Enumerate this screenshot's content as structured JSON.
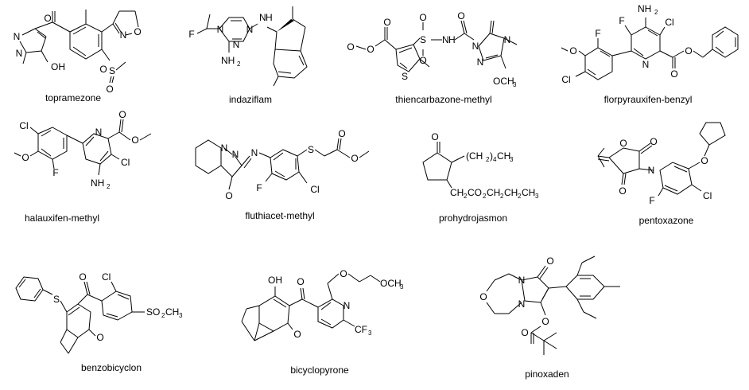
{
  "compounds": [
    {
      "name": "topramezone"
    },
    {
      "name": "indaziflam"
    },
    {
      "name": "thiencarbazone-methyl"
    },
    {
      "name": "florpyrauxifen-benzyl"
    },
    {
      "name": "halauxifen-methyl"
    },
    {
      "name": "fluthiacet-methyl"
    },
    {
      "name": "prohydrojasmon"
    },
    {
      "name": "pentoxazone"
    },
    {
      "name": "benzobicyclon"
    },
    {
      "name": "bicyclopyrone"
    },
    {
      "name": "pinoxaden"
    }
  ],
  "labels": {
    "topramezone": {
      "O1": "O",
      "N1": "N",
      "N2": "N",
      "OH": "OH",
      "N3": "N",
      "O2": "O",
      "S": "S",
      "O3": "O",
      "O4": "O"
    },
    "indaziflam": {
      "F": "F",
      "Na": "N",
      "Nb": "N",
      "Nc": "N",
      "NH": "N",
      "H": "H",
      "NH2": "NH",
      "two": "2"
    },
    "thiencarbazone": {
      "O1": "O",
      "O2": "O",
      "S1": "S",
      "O3": "O",
      "O4": "O",
      "NH": "N",
      "H": "H",
      "O5": "O",
      "N1": "N",
      "N2": "N",
      "N3": "N",
      "O6": "O",
      "S2": "S",
      "OCH3": "OCH",
      "three": "3"
    },
    "florpyrauxifen": {
      "NH2": "NH",
      "two": "2",
      "F1": "F",
      "Cl1": "Cl",
      "F2": "F",
      "O1": "O",
      "N": "N",
      "O2": "O",
      "O3": "O",
      "Cl2": "Cl"
    },
    "halauxifen": {
      "Cl1": "Cl",
      "O1": "O",
      "F": "F",
      "N": "N",
      "O2": "O",
      "O3": "O",
      "Cl2": "Cl",
      "NH2": "NH",
      "two": "2"
    },
    "fluthiacet": {
      "N1": "N",
      "N2": "N",
      "N3": "N",
      "O1": "O",
      "S": "S",
      "O2": "O",
      "O3": "O",
      "F": "F",
      "Cl": "Cl"
    },
    "prohydrojasmon": {
      "O": "O",
      "CH2a": "(CH",
      "sub2a": "2",
      "par": ")",
      "sub4": "4",
      "CH3a": "CH",
      "sub3a": "3",
      "chain": "CH",
      "s1": "2",
      "t1": "CO",
      "s2": "2",
      "t2": "CH",
      "s3": "2",
      "t3": "CH",
      "s4": "2",
      "t4": "CH",
      "s5": "3"
    },
    "pentoxazone": {
      "O1": "O",
      "O2": "O",
      "O3": "O",
      "N": "N",
      "O4": "O",
      "F": "F",
      "Cl": "Cl"
    },
    "benzobicyclon": {
      "S": "S",
      "Cl": "Cl",
      "O1": "O",
      "O2": "O",
      "SO2": "SO",
      "sub2": "2",
      "CH3": "CH",
      "sub3": "3"
    },
    "bicyclopyrone": {
      "OH": "OH",
      "O1": "O",
      "O2": "O",
      "O3": "O",
      "OCH3": "OCH",
      "sub3": "3",
      "N": "N",
      "CF3": "CF",
      "subcf": "3"
    },
    "pinoxaden": {
      "O1": "O",
      "N1": "N",
      "N2": "N",
      "O2": "O",
      "O3": "O",
      "O4": "O"
    }
  }
}
